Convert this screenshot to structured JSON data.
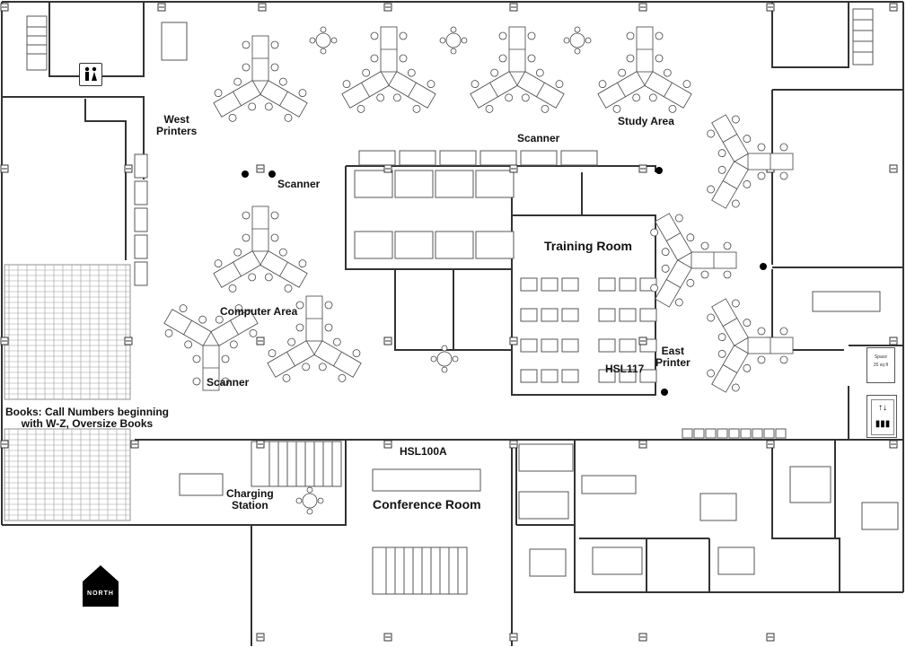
{
  "labels": {
    "west_printers": "West\nPrinters",
    "study_area": "Study Area",
    "scanner_center": "Scanner",
    "scanner_left": "Scanner",
    "scanner_bottom": "Scanner",
    "training_room": "Training Room",
    "computer_area": "Computer Area",
    "east_printer": "East\nPrinter",
    "hsl117": "HSL117",
    "books": "Books: Call Numbers beginning\nwith W-Z, Oversize Books",
    "hsl100a": "HSL100A",
    "charging_station": "Charging\nStation",
    "conference_room": "Conference Room",
    "north": "NORTH",
    "space_sign": "Space\n35 sq ft"
  },
  "icons": [
    "restroom-icon",
    "elevator-icon",
    "north-arrow-icon",
    "printer-icon",
    "scanner-icon"
  ],
  "colors": {
    "wall": "#333333",
    "line": "#666666",
    "fill": "#ffffff"
  }
}
